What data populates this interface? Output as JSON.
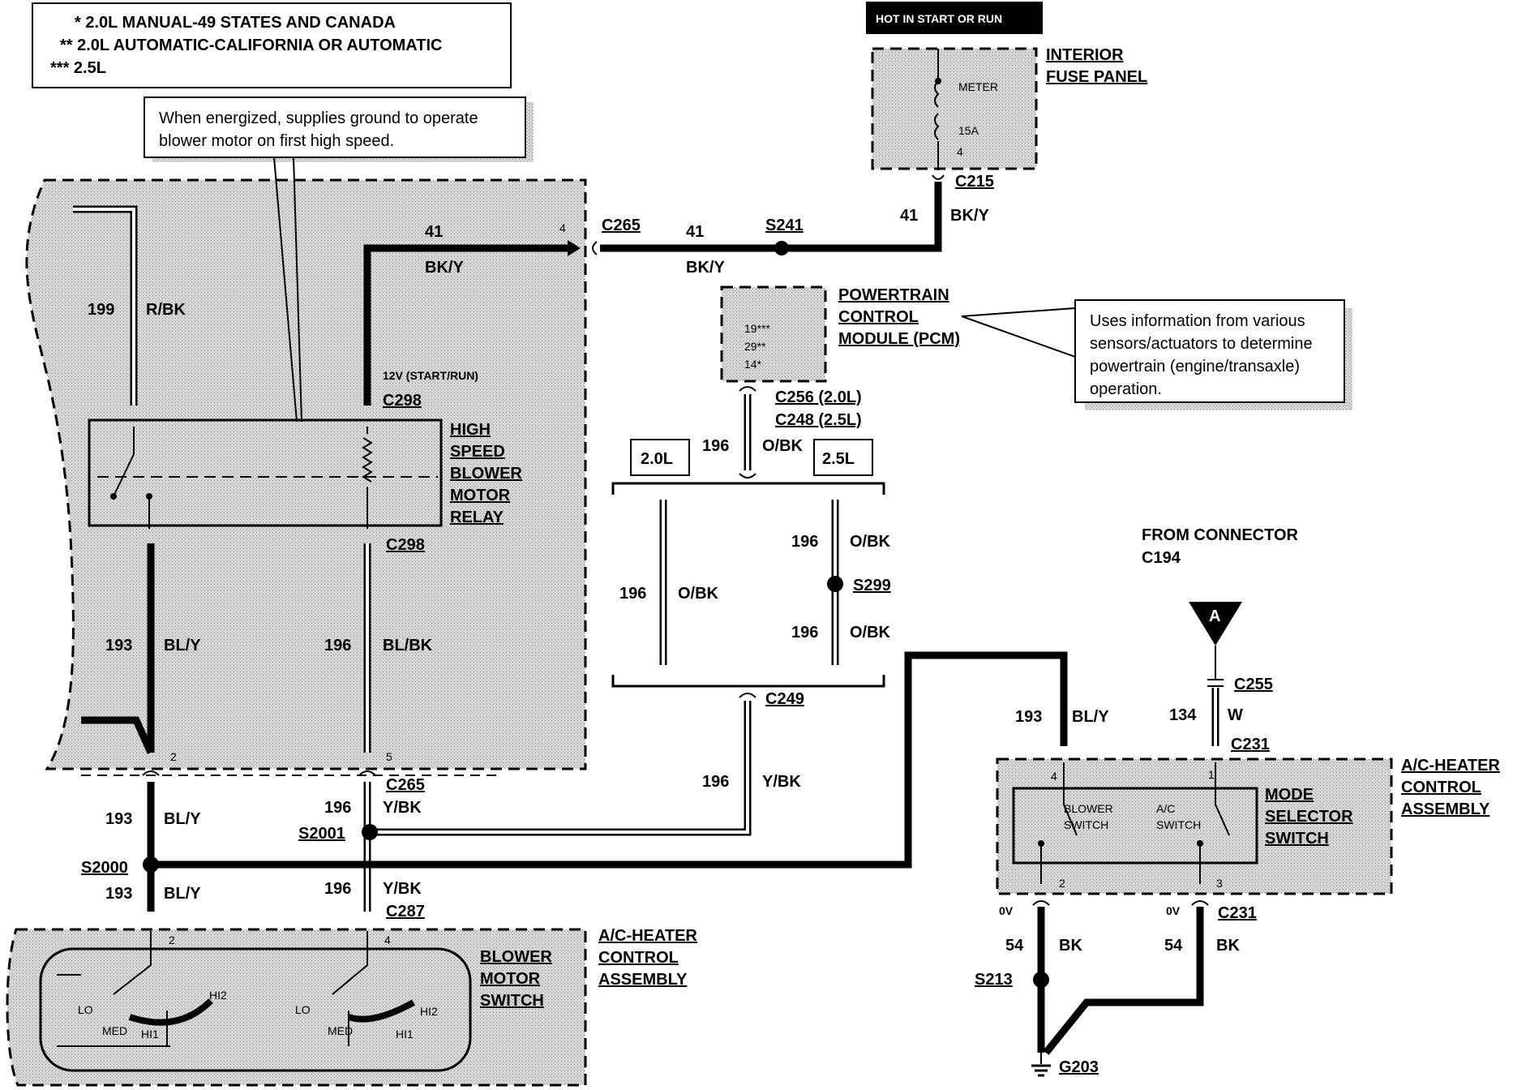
{
  "legend": {
    "line1": "* 2.0L MANUAL-49 STATES AND CANADA",
    "line2": "** 2.0L AUTOMATIC-CALIFORNIA OR AUTOMATIC",
    "line3": "*** 2.5L"
  },
  "notes": {
    "relay_note_1": "When energized, supplies ground to operate",
    "relay_note_2": "blower motor on first high speed.",
    "pcm_note_1": "Uses information from various",
    "pcm_note_2": "sensors/actuators to determine",
    "pcm_note_3": "powertrain (engine/transaxle)",
    "pcm_note_4": "operation."
  },
  "hot_label": "HOT IN START OR RUN",
  "fuse_panel": {
    "title_1": "INTERIOR",
    "title_2": "FUSE PANEL",
    "meter": "METER",
    "fuse": "15A",
    "pin": "4"
  },
  "pcm": {
    "title_1": "POWERTRAIN",
    "title_2": "CONTROL",
    "title_3": "MODULE (PCM)",
    "pin_1": "19***",
    "pin_2": "29**",
    "pin_3": "14*"
  },
  "relay": {
    "title_1": "HIGH",
    "title_2": "SPEED",
    "title_3": "BLOWER",
    "title_4": "MOTOR",
    "title_5": "RELAY",
    "supply": "12V (START/RUN)"
  },
  "variants": {
    "v1": "2.0L",
    "v2": "2.5L"
  },
  "from_connector_1": "FROM CONNECTOR",
  "from_connector_2": "C194",
  "terminal_a": "A",
  "ac_heater_right": {
    "t1": "A/C-HEATER",
    "t2": "CONTROL",
    "t3": "ASSEMBLY"
  },
  "mode_switch": {
    "t1": "MODE",
    "t2": "SELECTOR",
    "t3": "SWITCH",
    "blower_1": "BLOWER",
    "blower_2": "SWITCH",
    "ac_1": "A/C",
    "ac_2": "SWITCH"
  },
  "ac_heater_left": {
    "t1": "A/C-HEATER",
    "t2": "CONTROL",
    "t3": "ASSEMBLY"
  },
  "blower_switch": {
    "t1": "BLOWER",
    "t2": "MOTOR",
    "t3": "SWITCH",
    "lo": "LO",
    "med": "MED",
    "hi1": "HI1",
    "hi2": "HI2"
  },
  "connectors": {
    "c215": "C215",
    "c265": "C265",
    "s241": "S241",
    "c256": "C256 (2.0L)",
    "c248": "C248 (2.5L)",
    "c298": "C298",
    "c249": "C249",
    "s299": "S299",
    "c255": "C255",
    "c231": "C231",
    "s2001": "S2001",
    "s2000": "S2000",
    "c287": "C287",
    "s213": "S213",
    "g203": "G203"
  },
  "wires": {
    "n41": "41",
    "bky": "BK/Y",
    "n199": "199",
    "rbk": "R/BK",
    "n193": "193",
    "bly": "BL/Y",
    "n196": "196",
    "blbk": "BL/BK",
    "obk": "O/BK",
    "ybk": "Y/BK",
    "n134": "134",
    "w": "W",
    "n54": "54",
    "bk": "BK",
    "ov": "0V"
  },
  "pins": {
    "p2": "2",
    "p3": "3",
    "p4": "4",
    "p5": "5",
    "p1": "1"
  }
}
